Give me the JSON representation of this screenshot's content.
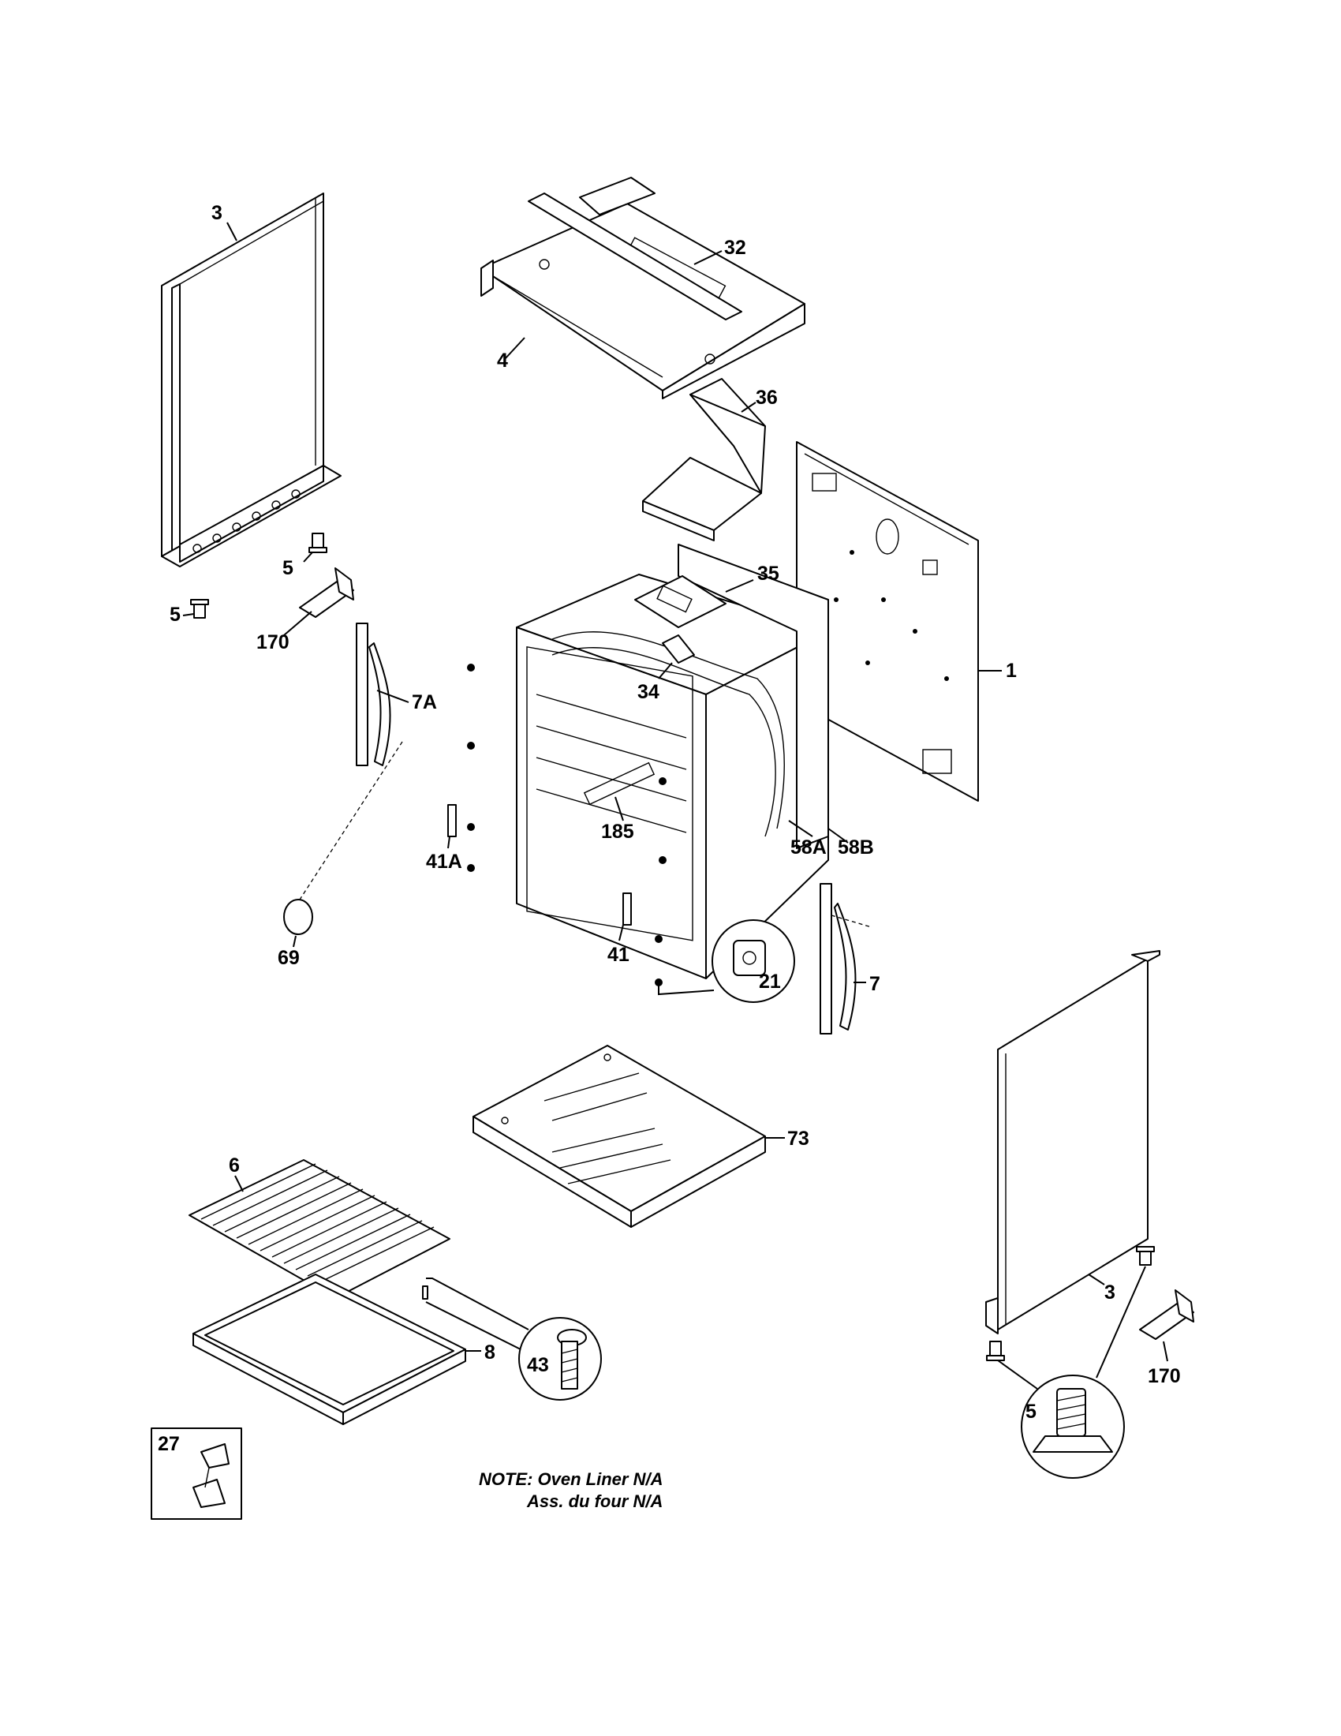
{
  "labels": {
    "side_panel_left": "3",
    "side_panel_right": "3",
    "top_frame": "4",
    "top_bracket": "32",
    "vent_duct": "36",
    "back_panel": "1",
    "insulation_bracket": "35",
    "vent_box": "34",
    "leveling_leg_upper": "5",
    "leveling_leg_lower": "5",
    "leveling_leg_detail": "5",
    "anti_tip_left": "170",
    "anti_tip_right": "170",
    "hinge_left": "7A",
    "hinge_right": "7",
    "liner_vent": "185",
    "insulation_a": "58A",
    "insulation_b": "58B",
    "door_stop_left": "41A",
    "door_stop_right": "41",
    "light_lens": "69",
    "hinge_receptacle": "21",
    "bottom_panel": "73",
    "oven_rack": "6",
    "broiler_pan": "8",
    "screw": "43",
    "clip_inset": "27"
  },
  "note": {
    "line1": "NOTE: Oven Liner N/A",
    "line2": "Ass. du four N/A"
  }
}
